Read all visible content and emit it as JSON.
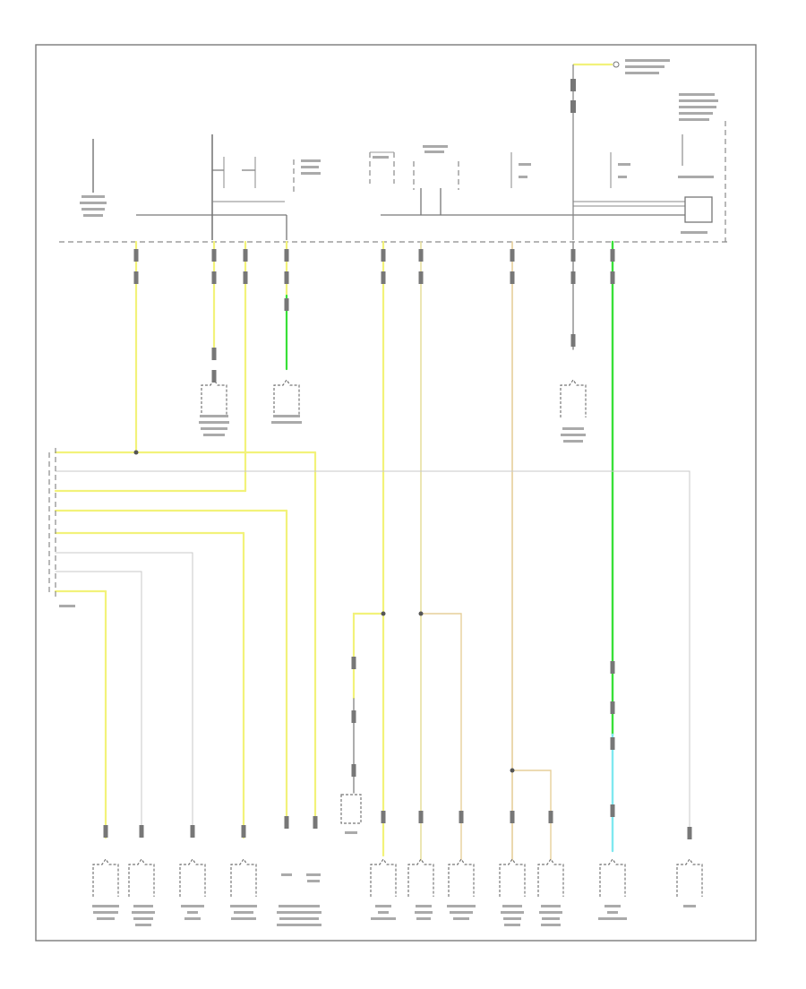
{
  "diagram": {
    "footer_code": "",
    "top_labels": {
      "fuse_a": "",
      "fuse_b": "",
      "fuse_c": ""
    },
    "components": [
      {
        "id": "shift-lock-solenoid",
        "label": ""
      },
      {
        "id": "brake-pedal-position-switch",
        "label": ""
      },
      {
        "id": "starter-cut-relay",
        "label": ""
      },
      {
        "id": "transmission-range-switch",
        "label": ""
      },
      {
        "id": "cvt-solenoid",
        "label": ""
      },
      {
        "id": "clutch-pressure-control-solenoid",
        "label": ""
      },
      {
        "id": "input-shaft-speed-sensor",
        "label": ""
      },
      {
        "id": "secondary-shaft-speed-sensor",
        "label": ""
      },
      {
        "id": "shift-lock-solenoid-b",
        "label": ""
      },
      {
        "id": "cvt-speed-sensor",
        "label": ""
      },
      {
        "id": "atf-temperature-sensor",
        "label": ""
      },
      {
        "id": "lockup-control-solenoid",
        "label": ""
      },
      {
        "id": "engine-mount-control-solenoid",
        "label": ""
      },
      {
        "id": "shift-solenoid-a",
        "label": ""
      },
      {
        "id": "shift-solenoid-b",
        "label": ""
      },
      {
        "id": "data-link-connector",
        "label": ""
      },
      {
        "id": "ecm-pcm",
        "label": ""
      }
    ]
  },
  "colors": {
    "yellow": "#f2f27a",
    "green": "#38e038",
    "cyan": "#7fe8f0",
    "tan": "#e6cf9a",
    "gray": "#8a8a8a",
    "light": "#c8c8c8"
  }
}
